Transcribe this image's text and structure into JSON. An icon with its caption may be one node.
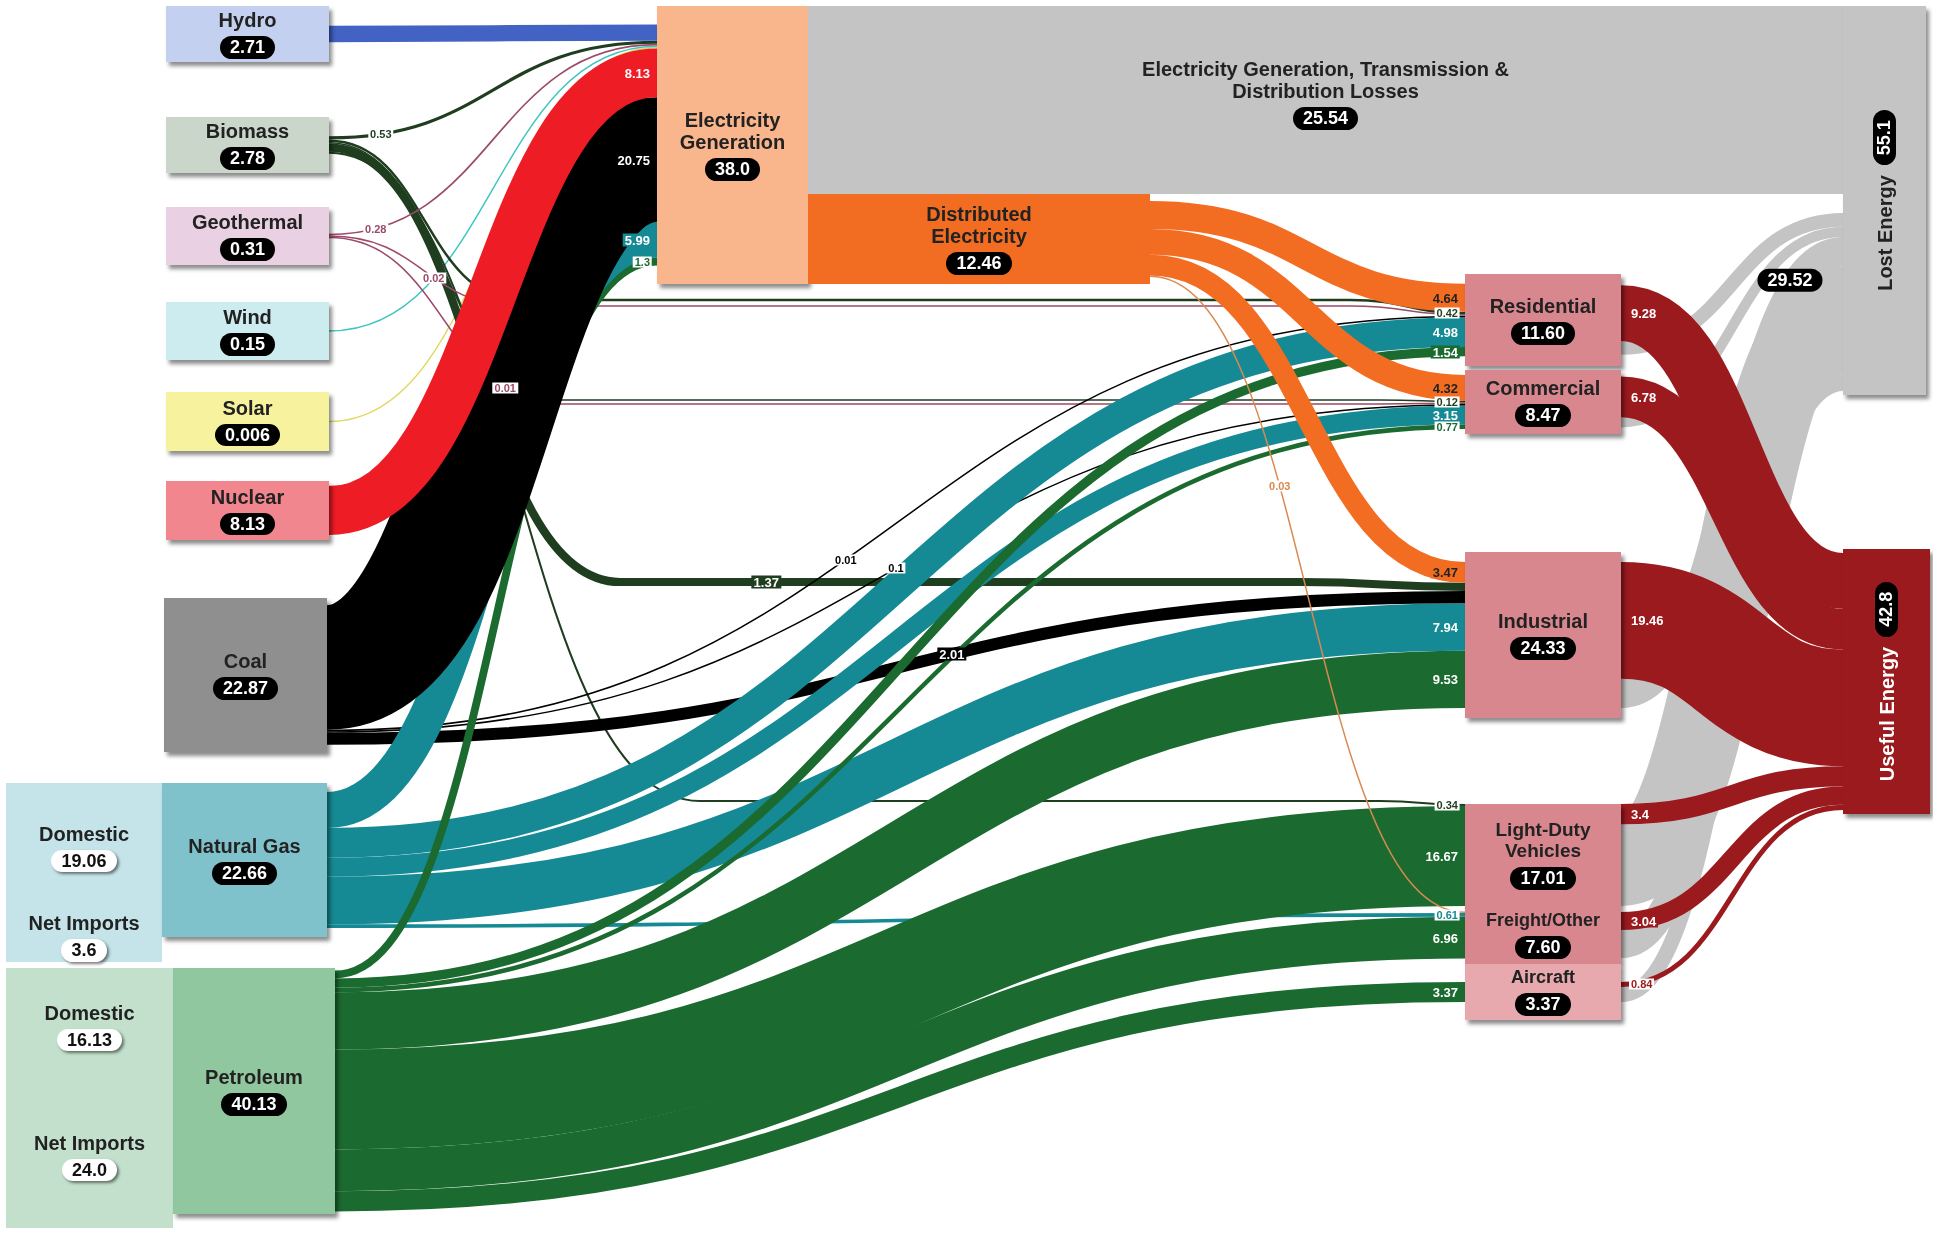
{
  "diagram": {
    "nodes": [
      {
        "text": [
          "Hydro",
          "2.71"
        ]
      },
      {
        "text": [
          "Biomass",
          "2.78"
        ]
      },
      {
        "text": [
          "Geothermal",
          "0.31"
        ]
      },
      {
        "text": [
          "Wind",
          "0.15"
        ]
      },
      {
        "text": [
          "Solar",
          "0.006"
        ]
      },
      {
        "text": [
          "Nuclear",
          "8.13"
        ]
      },
      {
        "text": [
          "Coal",
          "22.87"
        ]
      },
      {
        "text": [
          "Domestic",
          "19.06"
        ]
      },
      {
        "text": [
          "Net Imports",
          "3.6"
        ]
      },
      {
        "text": [
          "Natural Gas",
          "22.66"
        ]
      },
      {
        "text": [
          "Domestic",
          "16.13"
        ]
      },
      {
        "text": [
          "Net Imports",
          "24.0"
        ]
      },
      {
        "text": [
          "Petroleum",
          "40.13"
        ]
      },
      {
        "text": [
          "Electricity Generation",
          "38.0"
        ]
      },
      {
        "text": [
          "Electricity Generation, Transmission & Distribution Losses",
          "25.54"
        ]
      },
      {
        "text": [
          "Distributed Electricity",
          "12.46"
        ]
      },
      {
        "text": [
          "Residential",
          "11.60"
        ]
      },
      {
        "text": [
          "Commercial",
          "8.47"
        ]
      },
      {
        "text": [
          "Industrial",
          "24.33"
        ]
      },
      {
        "text": [
          "Light-Duty Vehicles",
          "17.01"
        ]
      },
      {
        "text": [
          "Freight/Other",
          "7.60"
        ]
      },
      {
        "text": [
          "Aircraft",
          "3.37"
        ]
      },
      {
        "text": [
          "Lost Energy",
          "55.1"
        ]
      },
      {
        "text": [
          "Useful Energy",
          "42.8"
        ]
      }
    ],
    "edges": [
      {
        "from": 0,
        "to": 13,
        "arrow": "none",
        "color": "#4262c4"
      },
      {
        "from": 1,
        "to": 13,
        "arrow": "none",
        "label": "0.53",
        "color": "#1f3d1f"
      },
      {
        "from": 2,
        "to": 13,
        "arrow": "none",
        "label": "0.28",
        "color": "#9b4a6a"
      },
      {
        "from": 3,
        "to": 13,
        "arrow": "none",
        "color": "#3ec6c0"
      },
      {
        "from": 4,
        "to": 13,
        "arrow": "none",
        "color": "#e0d860"
      },
      {
        "from": 5,
        "to": 13,
        "arrow": "none",
        "label": "8.13",
        "style": "thick",
        "color": "#ee1c25"
      },
      {
        "from": 6,
        "to": 13,
        "arrow": "none",
        "label": "20.75",
        "style": "thick",
        "color": "#000000"
      },
      {
        "from": 9,
        "to": 13,
        "arrow": "none",
        "label": "5.99",
        "style": "thick",
        "color": "#158a94"
      },
      {
        "from": 12,
        "to": 13,
        "arrow": "none",
        "label": "1.3",
        "color": "#1b6b30"
      },
      {
        "from": 15,
        "to": 16,
        "arrow": "none",
        "label": "4.64",
        "style": "thick",
        "color": "#f26d21"
      },
      {
        "from": 15,
        "to": 17,
        "arrow": "none",
        "label": "4.32",
        "color": "#f26d21"
      },
      {
        "from": 15,
        "to": 18,
        "arrow": "none",
        "label": "3.47",
        "color": "#f26d21"
      },
      {
        "from": 15,
        "to": 20,
        "arrow": "none",
        "label": "0.03",
        "color": "#d98a50"
      },
      {
        "from": 1,
        "to": 16,
        "arrow": "none",
        "label": "0.42",
        "color": "#1f3d1f"
      },
      {
        "from": 2,
        "to": 16,
        "arrow": "none",
        "label": "0.02",
        "color": "#9b4a6a"
      },
      {
        "from": 6,
        "to": 16,
        "arrow": "none",
        "label": "0.01",
        "color": "#000000"
      },
      {
        "from": 9,
        "to": 16,
        "arrow": "none",
        "label": "4.98",
        "style": "thick",
        "color": "#158a94"
      },
      {
        "from": 12,
        "to": 16,
        "arrow": "none",
        "label": "1.54",
        "color": "#1b6b30"
      },
      {
        "from": 1,
        "to": 17,
        "arrow": "none",
        "label": "0.12",
        "color": "#1f3d1f"
      },
      {
        "from": 2,
        "to": 17,
        "arrow": "none",
        "label": "0.01",
        "color": "#9b4a6a"
      },
      {
        "from": 6,
        "to": 17,
        "arrow": "none",
        "label": "0.1",
        "color": "#000000"
      },
      {
        "from": 9,
        "to": 17,
        "arrow": "none",
        "label": "3.15",
        "color": "#158a94"
      },
      {
        "from": 12,
        "to": 17,
        "arrow": "none",
        "label": "0.77",
        "color": "#1b6b30"
      },
      {
        "from": 1,
        "to": 18,
        "arrow": "none",
        "label": "1.37",
        "color": "#1f3d1f"
      },
      {
        "from": 6,
        "to": 18,
        "arrow": "none",
        "label": "2.01",
        "color": "#000000"
      },
      {
        "from": 9,
        "to": 18,
        "arrow": "none",
        "label": "7.94",
        "style": "thick",
        "color": "#158a94"
      },
      {
        "from": 12,
        "to": 18,
        "arrow": "none",
        "label": "9.53",
        "style": "thick",
        "color": "#1b6b30"
      },
      {
        "from": 1,
        "to": 19,
        "arrow": "none",
        "label": "0.34",
        "color": "#1f3d1f"
      },
      {
        "from": 12,
        "to": 19,
        "arrow": "none",
        "label": "16.67",
        "style": "thick",
        "color": "#1b6b30"
      },
      {
        "from": 9,
        "to": 20,
        "arrow": "none",
        "label": "0.61",
        "color": "#158a94"
      },
      {
        "from": 12,
        "to": 20,
        "arrow": "none",
        "label": "6.96",
        "style": "thick",
        "color": "#1b6b30"
      },
      {
        "from": 12,
        "to": 21,
        "arrow": "none",
        "label": "3.37",
        "color": "#1b6b30"
      },
      {
        "from": 16,
        "to": 23,
        "arrow": "none",
        "label": "9.28",
        "style": "thick",
        "color": "#9b1a1e"
      },
      {
        "from": 17,
        "to": 23,
        "arrow": "none",
        "label": "6.78",
        "style": "thick",
        "color": "#9b1a1e"
      },
      {
        "from": 18,
        "to": 23,
        "arrow": "none",
        "label": "19.46",
        "style": "thick",
        "color": "#9b1a1e"
      },
      {
        "from": 19,
        "to": 23,
        "arrow": "none",
        "label": "3.4",
        "color": "#9b1a1e"
      },
      {
        "from": 20,
        "to": 23,
        "arrow": "none",
        "label": "3.04",
        "color": "#9b1a1e"
      },
      {
        "from": 21,
        "to": 23,
        "arrow": "none",
        "label": "0.84",
        "color": "#9b1a1e"
      },
      {
        "from": 16,
        "to": 22,
        "arrow": "none",
        "color": "#c4c4c4"
      },
      {
        "from": 17,
        "to": 22,
        "arrow": "none",
        "color": "#c4c4c4"
      },
      {
        "from": 18,
        "to": 22,
        "arrow": "none",
        "style": "thick",
        "color": "#c4c4c4"
      },
      {
        "from": 19,
        "to": 22,
        "arrow": "none",
        "style": "thick",
        "color": "#c4c4c4"
      },
      {
        "from": 20,
        "to": 22,
        "arrow": "none",
        "style": "thick",
        "color": "#c4c4c4"
      },
      {
        "from": 21,
        "to": 22,
        "arrow": "none",
        "color": "#c4c4c4"
      }
    ],
    "labels": [
      "29.52"
    ]
  }
}
